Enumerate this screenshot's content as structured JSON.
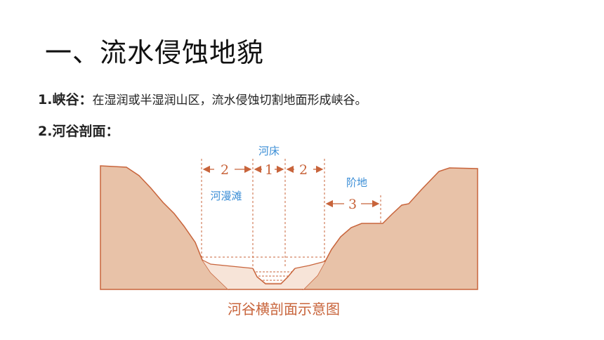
{
  "title": "一、流水侵蚀地貌",
  "item1": {
    "label": "1.峡谷：",
    "text": "在湿润或半湿润山区，流水侵蚀切割地面形成峡谷。"
  },
  "item2": {
    "label": "2.河谷剖面："
  },
  "diagram": {
    "label_riverbed": "河床",
    "label_floodplain": "河漫滩",
    "label_terrace": "阶地",
    "num_left": "2",
    "num_center": "1",
    "num_right": "2",
    "num_terrace": "3",
    "caption": "河谷横剖面示意图",
    "colors": {
      "land": "#e8c2a8",
      "outline": "#c8643b",
      "label_blue": "#3b8ed6",
      "floodplain": "#f7e4d8"
    }
  }
}
